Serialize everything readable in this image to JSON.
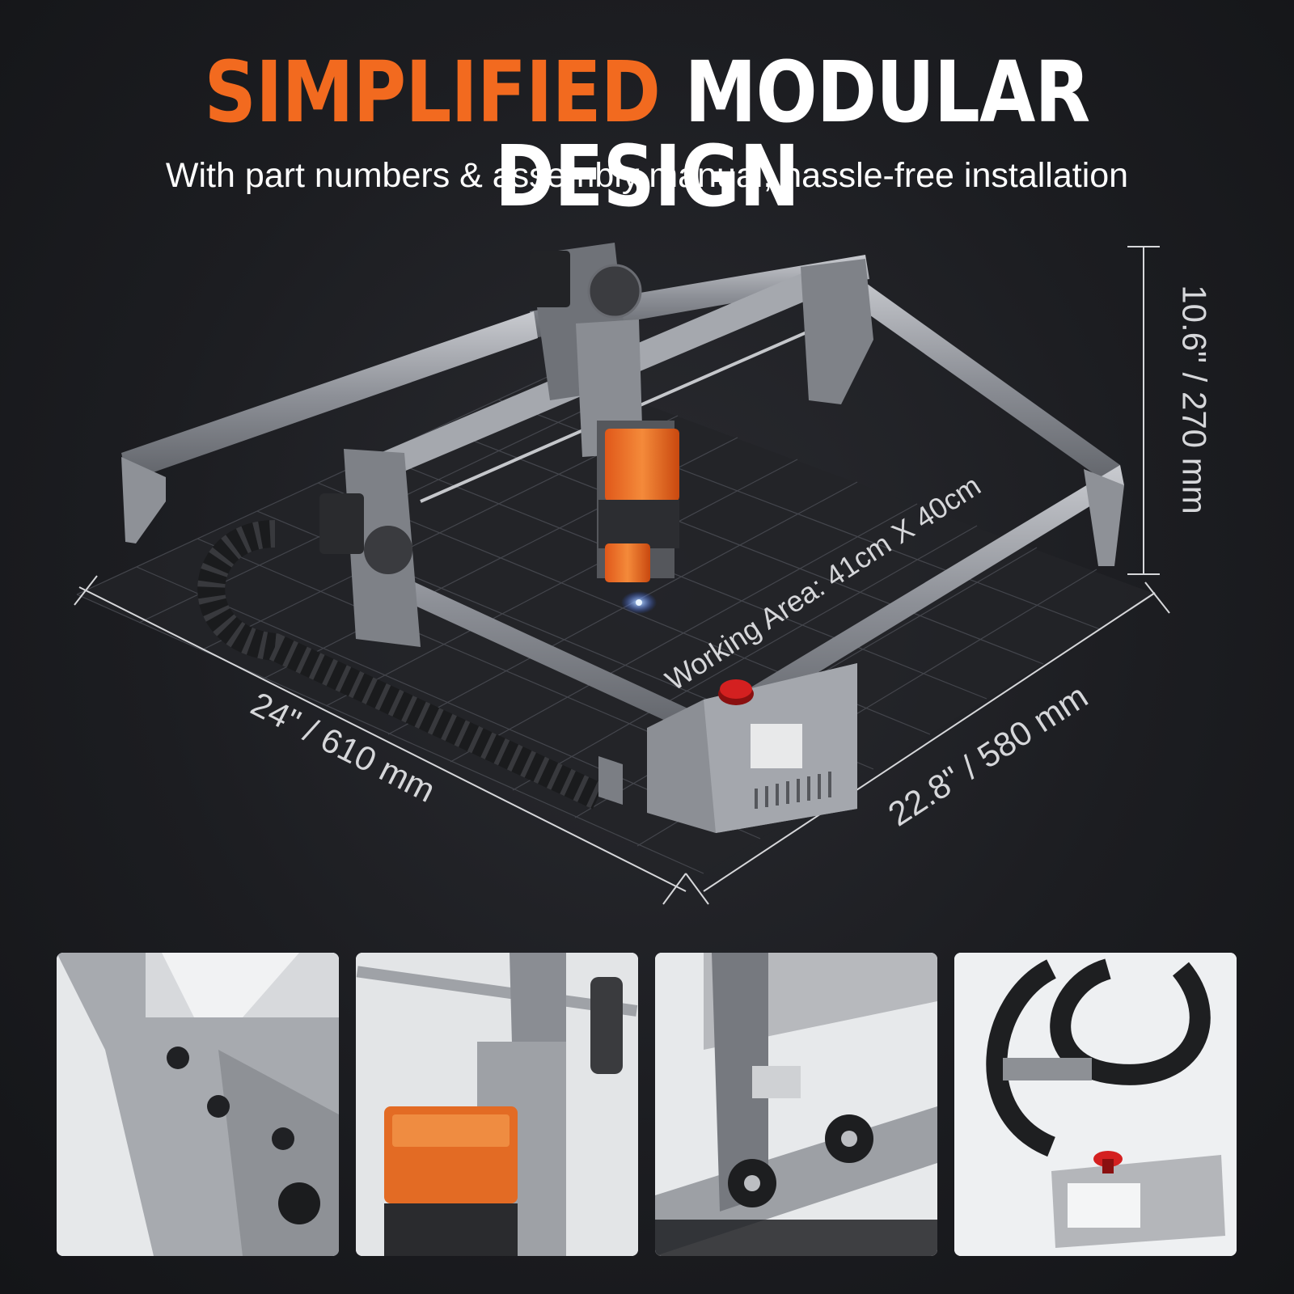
{
  "header": {
    "title_accent": "SIMPLIFIED",
    "title_rest": "MODULAR DESIGN",
    "subtitle": "With part numbers & assembly manual, hassle-free installation"
  },
  "dimensions": {
    "height": "10.6\" / 270 mm",
    "width": "24\" / 610 mm",
    "depth": "22.8\" / 580 mm",
    "working_area": "Working Area:  41cm X 40cm"
  },
  "colors": {
    "accent": "#f26a1f",
    "background": "#1c1d21",
    "frame": "#9a9ca3"
  },
  "thumbnails": [
    {
      "name": "corner-bracket-detail"
    },
    {
      "name": "laser-module-detail"
    },
    {
      "name": "belt-pulley-detail"
    },
    {
      "name": "control-box-detail"
    }
  ]
}
